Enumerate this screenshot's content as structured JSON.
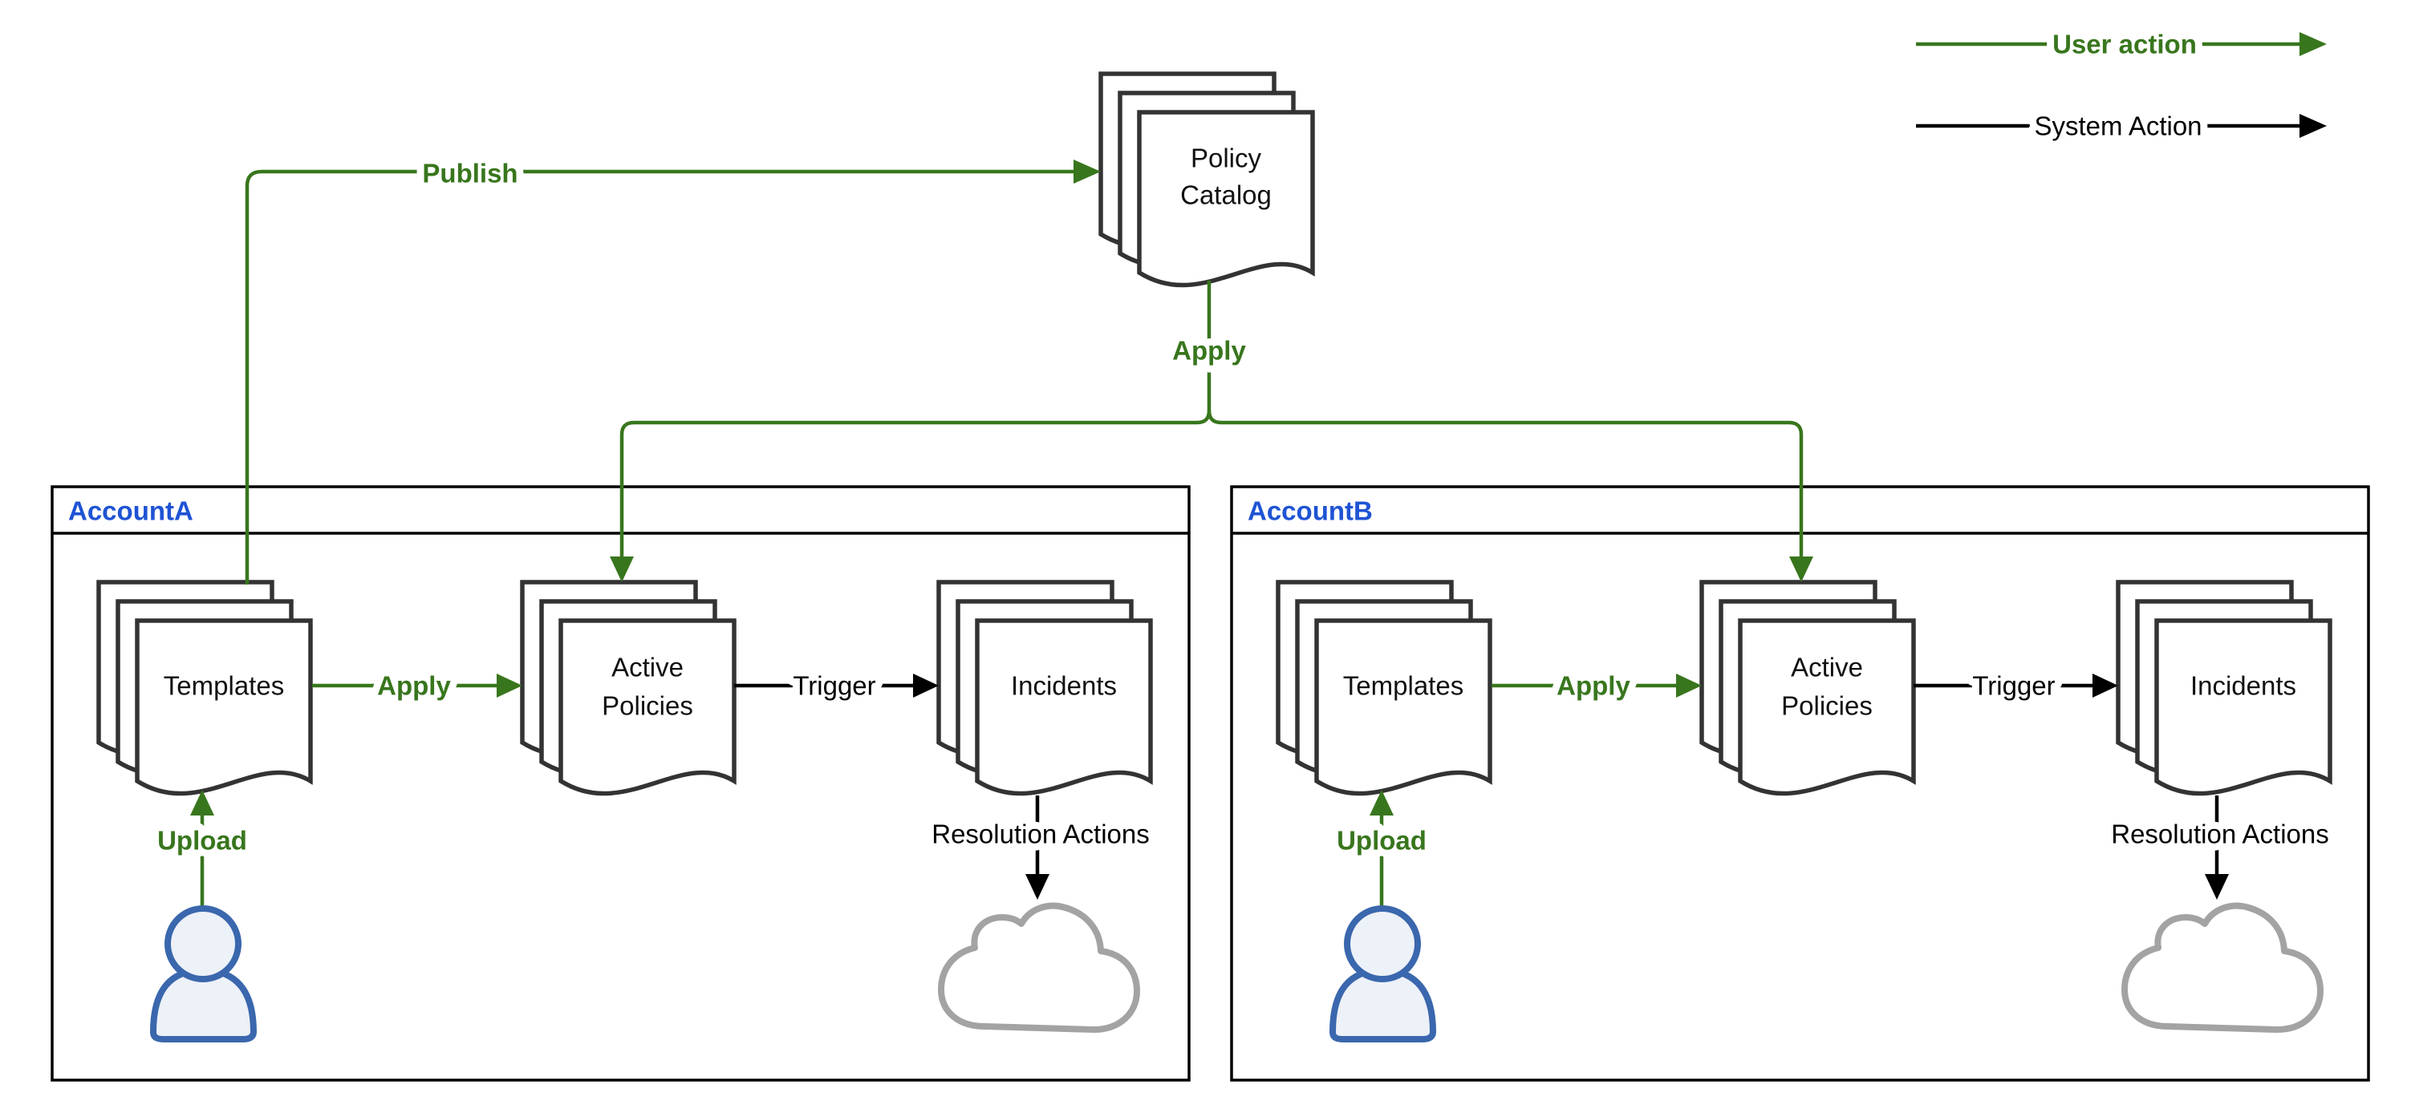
{
  "colors": {
    "green": "#38761d",
    "blue": "#1e53d4",
    "doc": "#333333",
    "person-stroke": "#3a67ad",
    "person-fill": "#edf1f8",
    "cloud": "#a3a3a3"
  },
  "legend": {
    "user_action": "User action",
    "system_action": "System Action"
  },
  "policy_catalog": {
    "line1": "Policy",
    "line2": "Catalog"
  },
  "flows": {
    "publish": "Publish",
    "apply_top": "Apply"
  },
  "accounts": [
    {
      "title": "AccountA",
      "templates": "Templates",
      "apply": "Apply",
      "active_line1": "Active",
      "active_line2": "Policies",
      "trigger": "Trigger",
      "incidents": "Incidents",
      "upload": "Upload",
      "resolution": "Resolution Actions"
    },
    {
      "title": "AccountB",
      "templates": "Templates",
      "apply": "Apply",
      "active_line1": "Active",
      "active_line2": "Policies",
      "trigger": "Trigger",
      "incidents": "Incidents",
      "upload": "Upload",
      "resolution": "Resolution Actions"
    }
  ]
}
